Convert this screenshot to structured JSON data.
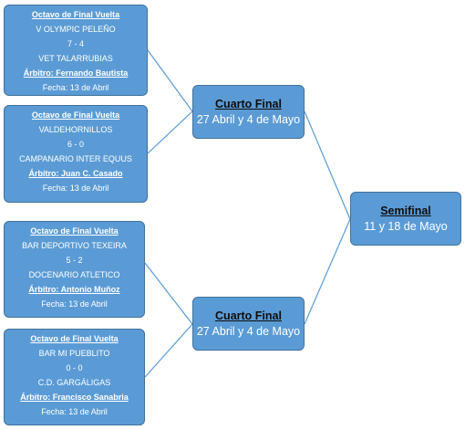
{
  "colors": {
    "box_fill": "#5b9bd5",
    "box_border": "#41719c",
    "connector": "#5b9bd5",
    "text": "#ffffff"
  },
  "matches": [
    {
      "title": "Octavo de Final Vuelta",
      "home": "V OLYMPIC PELEÑO",
      "score": "7 - 4",
      "away": "VET TALARRUBIAS",
      "referee": "Árbitro: Fernando Bautista",
      "date": "Fecha: 13 de Abril"
    },
    {
      "title": "Octavo de Final Vuelta",
      "home": "VALDEHORNILLOS",
      "score": "6 - 0",
      "away": "CAMPANARIO INTER EQUUS",
      "referee": "Árbitro: Juan C. Casado",
      "date": "Fecha: 13 de Abril"
    },
    {
      "title": "Octavo de Final Vuelta",
      "home": "BAR DEPORTIVO TEXEIRA",
      "score": "5 - 2",
      "away": "DOCENARIO ATLETICO",
      "referee": "Árbitro: Antonio Muñoz",
      "date": "Fecha: 13 de Abril"
    },
    {
      "title": "Octavo de Final Vuelta",
      "home": "BAR MI PUEBLITO",
      "score": "0 - 0",
      "away": "C.D. GARGÁLIGAS",
      "referee": "Árbitro: Francisco Sanabria",
      "date": "Fecha: 13 de Abril"
    }
  ],
  "quarterfinals": [
    {
      "title": "Cuarto Final",
      "dates": "27 Abril y 4 de Mayo"
    },
    {
      "title": "Cuarto Final",
      "dates": "27 Abril y 4 de Mayo"
    }
  ],
  "semifinal": {
    "title": "Semifinal",
    "dates": "11 y 18 de Mayo"
  }
}
